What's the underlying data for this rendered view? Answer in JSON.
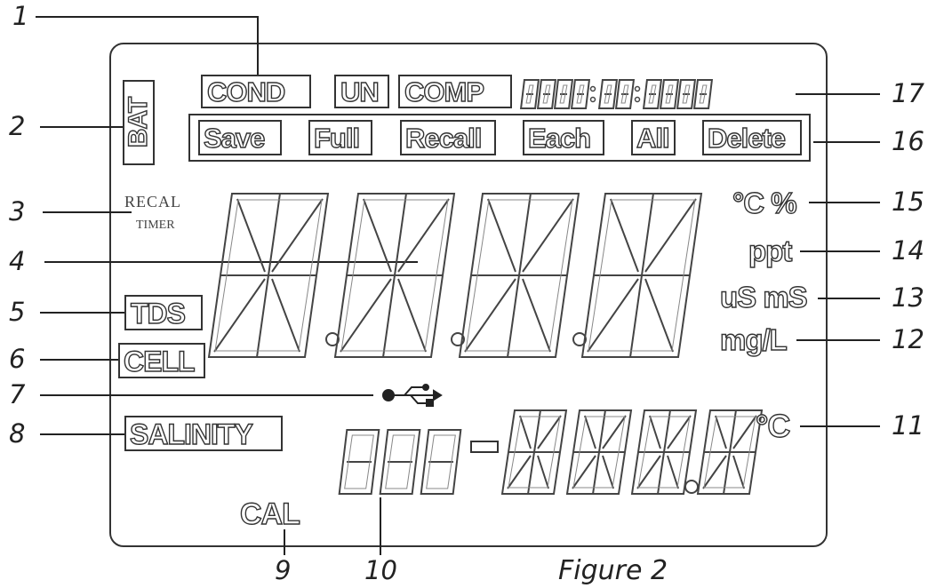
{
  "indicators": {
    "cond": "COND",
    "un": "UN",
    "comp": "COMP",
    "bat": "BAT",
    "save": "Save",
    "full": "Full",
    "recall": "Recall",
    "each": "Each",
    "all": "All",
    "delete": "Delete",
    "recal": "RECAL",
    "timer": "TIMER",
    "tds": "TDS",
    "cell": "CELL",
    "salinity": "SALINITY",
    "cal": "CAL"
  },
  "units": {
    "celsius_percent": "°C %",
    "ppt": "ppt",
    "us_ms": "uS mS",
    "mg_l": "mg/L",
    "celsius": "°C"
  },
  "callouts": [
    "1",
    "2",
    "3",
    "4",
    "5",
    "6",
    "7",
    "8",
    "9",
    "10",
    "11",
    "12",
    "13",
    "14",
    "15",
    "16",
    "17"
  ],
  "caption": "Figure 2",
  "icons": {
    "usb": "usb-icon"
  }
}
